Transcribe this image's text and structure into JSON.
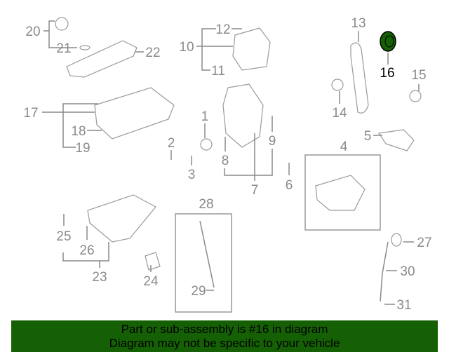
{
  "diagram": {
    "highlighted_part": "16",
    "highlight_color": "#156005",
    "labels": {
      "p1": "1",
      "p2": "2",
      "p3": "3",
      "p4": "4",
      "p5": "5",
      "p6": "6",
      "p7": "7",
      "p8": "8",
      "p9": "9",
      "p10": "10",
      "p11": "11",
      "p12": "12",
      "p13": "13",
      "p14": "14",
      "p15": "15",
      "p16": "16",
      "p17": "17",
      "p18": "18",
      "p19": "19",
      "p20": "20",
      "p21": "21",
      "p22": "22",
      "p23": "23",
      "p24": "24",
      "p25": "25",
      "p26": "26",
      "p27": "27",
      "p28": "28",
      "p29": "29",
      "p30": "30",
      "p31": "31"
    }
  },
  "banner": {
    "line1": "Part or sub-assembly is #16 in diagram",
    "line2": "Diagram may not be specific to your vehicle"
  }
}
